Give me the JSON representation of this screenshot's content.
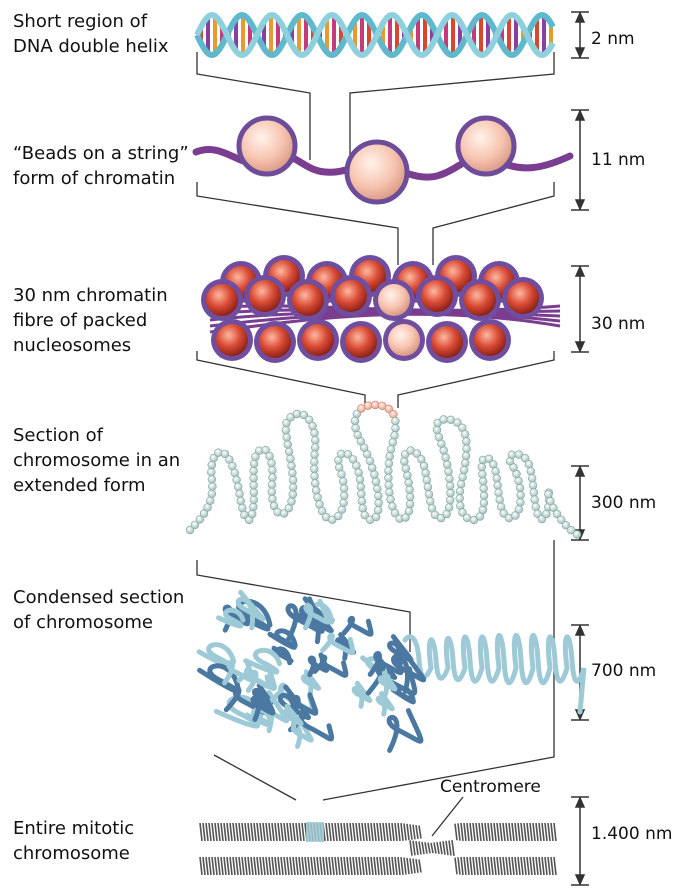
{
  "levels": [
    {
      "label_lines": [
        "Short region of",
        "DNA double helix"
      ],
      "scale": "2 nm"
    },
    {
      "label_lines": [
        "“Beads on a string”",
        "form of chromatin"
      ],
      "scale": "11 nm"
    },
    {
      "label_lines": [
        "30 nm chromatin",
        "fibre of packed",
        "nucleosomes"
      ],
      "scale": "30 nm"
    },
    {
      "label_lines": [
        "Section of",
        "chromosome in an",
        "extended form"
      ],
      "scale": "300 nm"
    },
    {
      "label_lines": [
        "Condensed section",
        "of chromosome"
      ],
      "scale": "700 nm"
    },
    {
      "label_lines": [
        "Entire mitotic",
        "chromosome"
      ],
      "scale": "1.400 nm"
    }
  ],
  "annotations": {
    "centromere": "Centromere"
  },
  "colors": {
    "helix_backbone": "#5fb8cc",
    "base_pairs": [
      "#d9462b",
      "#8a3fa0",
      "#e89a2c",
      "#c43a7a"
    ],
    "histone_pale": "#f7c4b0",
    "histone_red": "#d94b35",
    "dna_strand": "#7a3d8f",
    "bead_string": "#b9d3cf",
    "condensed_dark": "#4a78a0",
    "condensed_light": "#9dcad6",
    "chromosome": "#555555",
    "lines": "#333333"
  }
}
